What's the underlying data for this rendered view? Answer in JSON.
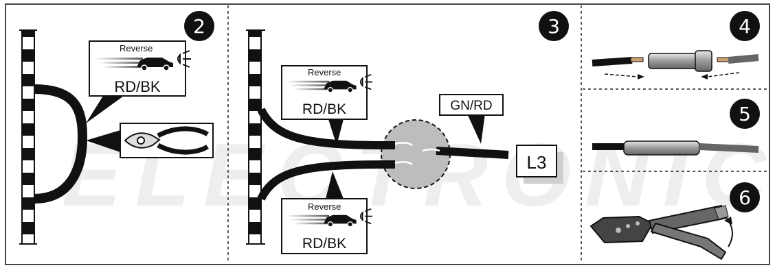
{
  "steps": {
    "step2": {
      "number": "2",
      "label": "RD/BK",
      "caption": "Reverse"
    },
    "step3": {
      "number": "3",
      "label_top": "RD/BK",
      "caption_top": "Reverse",
      "label_bottom": "RD/BK",
      "caption_bottom": "Reverse",
      "wire_label": "GN/RD",
      "terminal": "L3"
    },
    "step4": {
      "number": "4"
    },
    "step5": {
      "number": "5"
    },
    "step6": {
      "number": "6"
    }
  },
  "watermark": {
    "text": "ELECTRONIC"
  },
  "colors": {
    "frame": "#444444",
    "ink": "#111111",
    "magnifier": "#bdbdbd",
    "watermark": "#eeeeee",
    "shadow": "#cfcfcf"
  },
  "icons": [
    "cable-ladder-icon",
    "car-reverse-icon",
    "headlight-icon",
    "wire-cutter-icon",
    "butt-connector-icon",
    "heat-shrink-icon",
    "crimping-tool-icon"
  ]
}
